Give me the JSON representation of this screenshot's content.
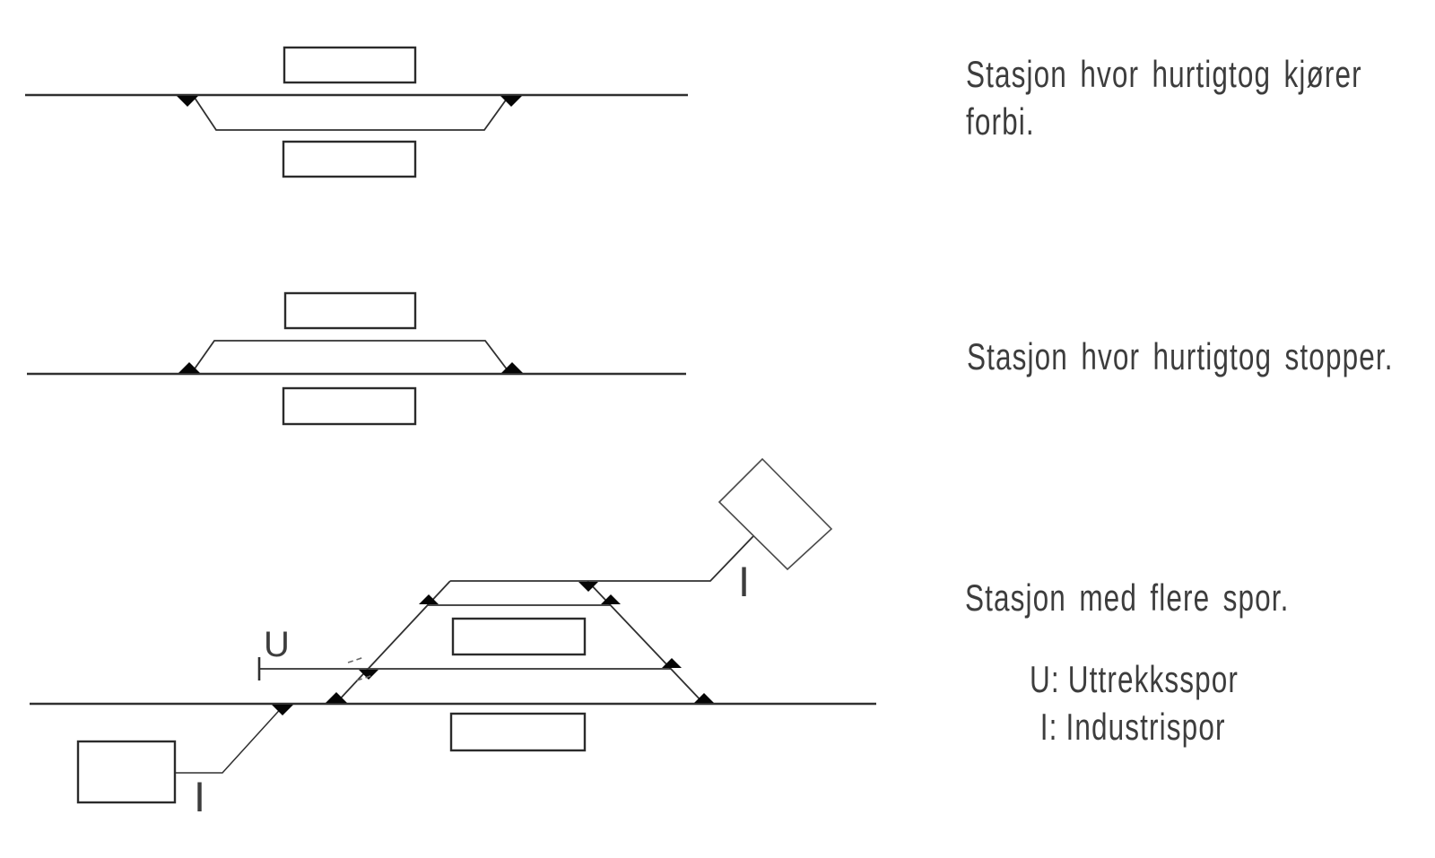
{
  "page": {
    "background_color": "#ffffff",
    "line_color": "#303030",
    "text_color": "#3d3d3d"
  },
  "diagrams": [
    {
      "name": "station-express-passes",
      "caption_lines": [
        "Stasjon hvor hurtigtog kjører",
        "forbi."
      ]
    },
    {
      "name": "station-express-stops",
      "caption_lines": [
        "Stasjon hvor hurtigtog stopper."
      ]
    },
    {
      "name": "station-multiple-tracks",
      "caption_lines": [
        "Stasjon med flere spor."
      ],
      "labels": {
        "pullout_track": "U",
        "industry_track_diamond": "I",
        "industry_track_spur": "I"
      },
      "legend": [
        {
          "key": "U:",
          "text": "Uttrekksspor"
        },
        {
          "key": "I:",
          "text": "Industrispor"
        }
      ]
    }
  ]
}
